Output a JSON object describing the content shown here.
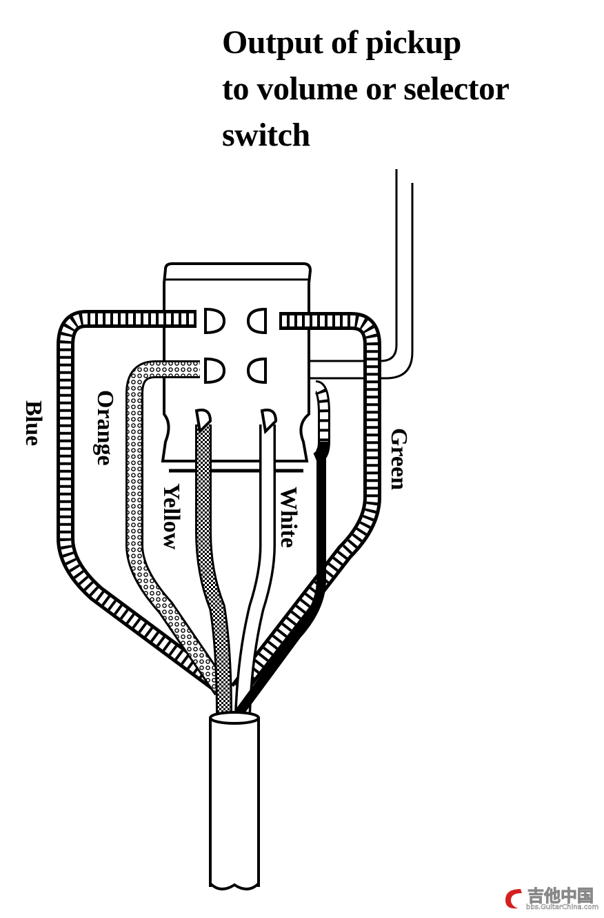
{
  "title_lines": [
    "Output of pickup",
    "to volume or selector",
    "switch"
  ],
  "wire_labels": {
    "blue": "Blue",
    "orange": "Orange",
    "yellow": "Yellow",
    "white": "White",
    "green": "Green"
  },
  "watermark": {
    "name": "吉他中国",
    "site": "bbs.GuitarChina.com"
  },
  "colors": {
    "ink": "#000000",
    "paper": "#ffffff",
    "watermark_red": "#d42020"
  }
}
